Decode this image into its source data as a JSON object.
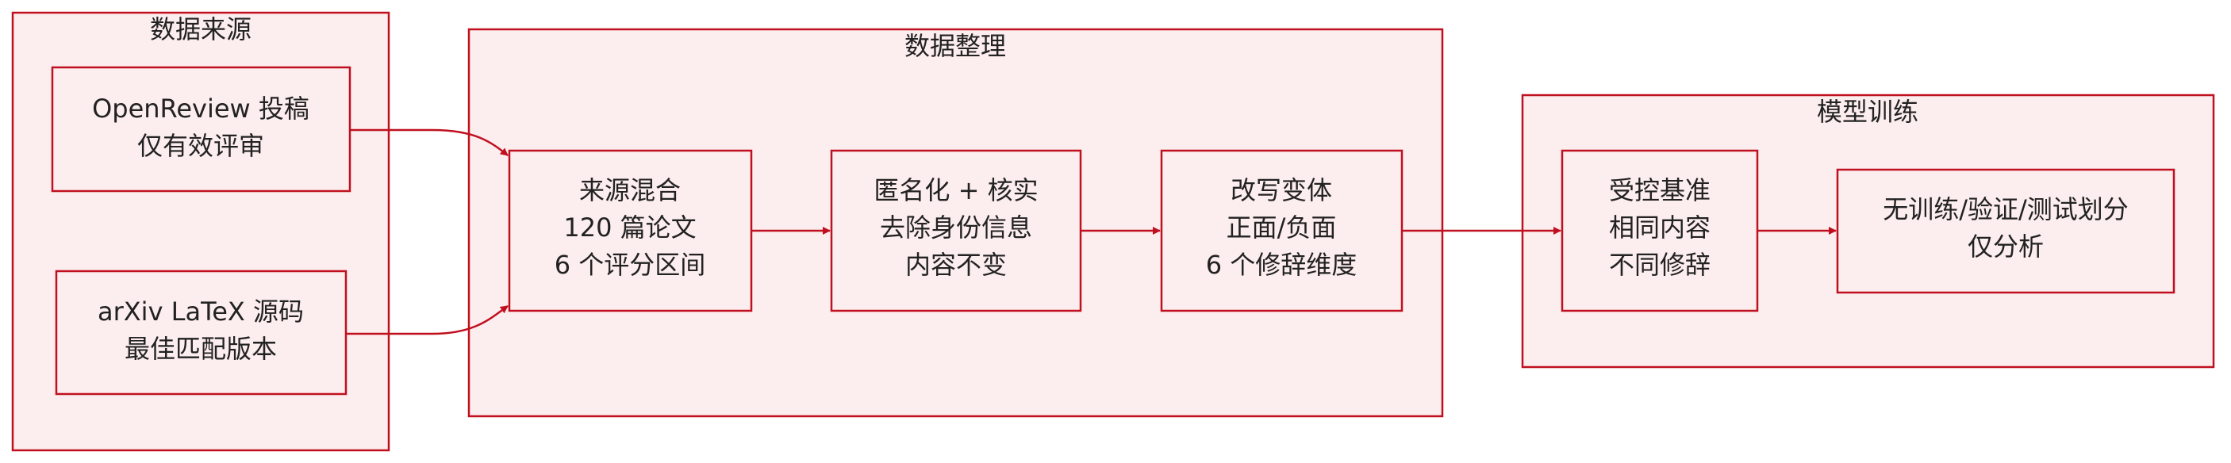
{
  "clusters": {
    "data_sources": {
      "title": "数据来源"
    },
    "data_processing": {
      "title": "数据整理"
    },
    "model_training": {
      "title": "模型训练"
    }
  },
  "nodes": {
    "openreview": {
      "line1": "OpenReview 投稿",
      "line2": "仅有效评审"
    },
    "arxiv": {
      "line1": "arXiv LaTeX 源码",
      "line2": "最佳匹配版本"
    },
    "source_mix": {
      "line1": "来源混合",
      "line2": "120 篇论文",
      "line3": "6 个评分区间"
    },
    "anonymize": {
      "line1": "匿名化 + 核实",
      "line2": "去除身份信息",
      "line3": "内容不变"
    },
    "rewrite": {
      "line1": "改写变体",
      "line2": "正面/负面",
      "line3": "6 个修辞维度"
    },
    "controlled": {
      "line1": "受控基准",
      "line2": "相同内容",
      "line3": "不同修辞"
    },
    "no_split": {
      "line1": "无训练/验证/测试划分",
      "line2": "仅分析"
    }
  },
  "colors": {
    "stroke": "#c0101f",
    "fill": "#fcedee",
    "text": "#222222"
  }
}
